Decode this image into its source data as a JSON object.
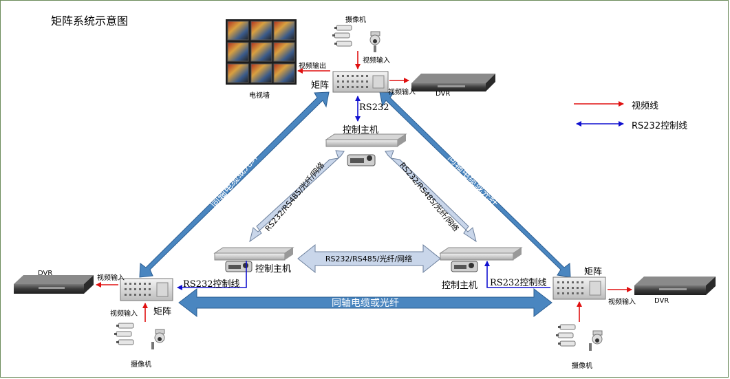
{
  "title": "矩阵系统示意图",
  "legend": {
    "video_line": "视频线",
    "rs232_line": "RS232控制线",
    "video_color": "#e01010",
    "rs232_color": "#1010d0"
  },
  "colors": {
    "trunk": "#4a86c0",
    "network": "#c9d6ea"
  },
  "top": {
    "camera_label": "摄像机",
    "video_in": "视频输入",
    "video_out": "视频输出",
    "tv_wall": "电视墙",
    "matrix": "矩阵",
    "dvr_video_in": "视频输入",
    "dvr": "DVR",
    "rs232": "RS232",
    "controller": "控制主机"
  },
  "left": {
    "dvr": "DVR",
    "dvr_video_in": "视频输入",
    "video_in": "视频输入",
    "matrix": "矩阵",
    "camera_label": "摄像机",
    "controller": "控制主机",
    "rs232_ctrl": "RS232控制线"
  },
  "right": {
    "matrix": "矩阵",
    "dvr_video_in": "视频输入",
    "dvr": "DVR",
    "camera_label": "摄像机",
    "controller": "控制主机",
    "rs232_ctrl": "RS232控制线"
  },
  "links": {
    "trunk_left": "同轴电缆或光纤",
    "trunk_right": "同轴电缆或光纤",
    "trunk_bottom": "同轴电缆或光纤",
    "net_left": "RS232/RS485/光纤/网络",
    "net_right": "RS232/RS485/光纤/网络",
    "net_bottom": "RS232/RS485/光纤/网络"
  }
}
